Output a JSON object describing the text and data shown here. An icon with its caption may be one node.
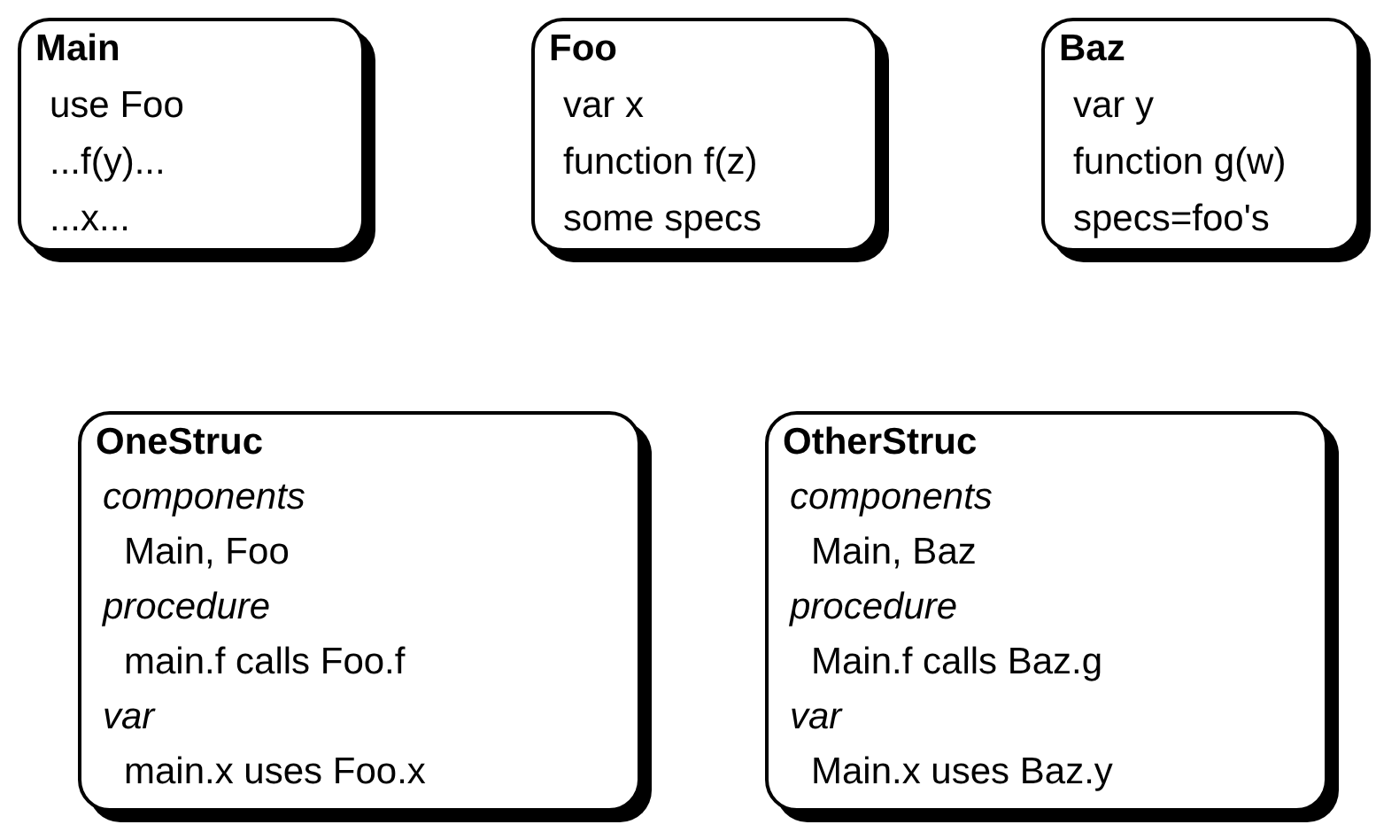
{
  "diagram": {
    "nodes": [
      {
        "text": [
          "Main",
          "use Foo",
          "...f(y)...",
          "...x..."
        ]
      },
      {
        "text": [
          "Foo",
          "var x",
          "function f(z)",
          "some specs"
        ]
      },
      {
        "text": [
          "Baz",
          "var y",
          "function g(w)",
          "specs=foo's"
        ]
      },
      {
        "text": [
          "OneStruc",
          "components",
          "Main, Foo",
          "procedure",
          "main.f calls Foo.f",
          "var",
          "main.x uses Foo.x"
        ]
      },
      {
        "text": [
          "OtherStruc",
          "components",
          "Main, Baz",
          "procedure",
          "Main.f calls Baz.g",
          "var",
          "Main.x uses Baz.y"
        ]
      }
    ]
  }
}
